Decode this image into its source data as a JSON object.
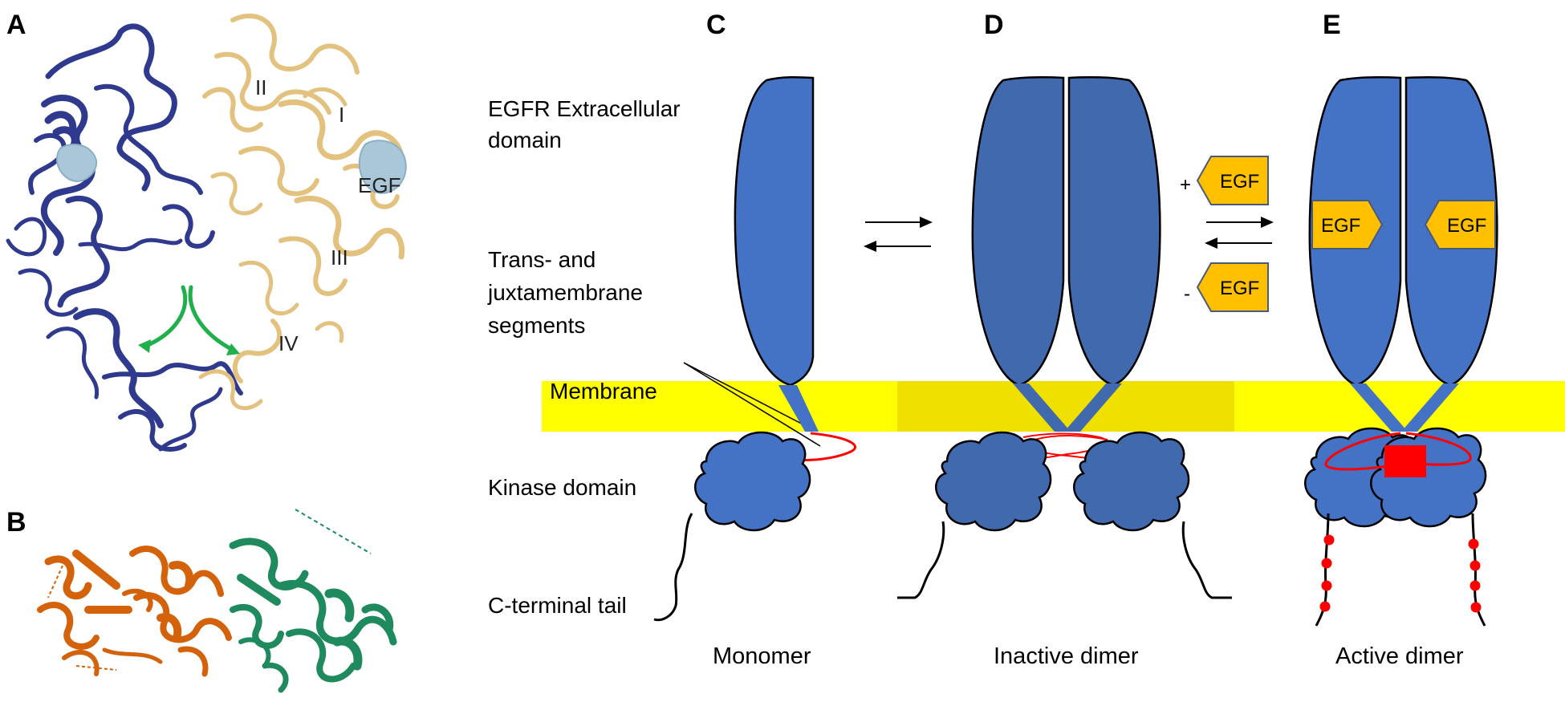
{
  "panels": {
    "a": "A",
    "b": "B",
    "c": "C",
    "d": "D",
    "e": "E"
  },
  "structure_labels": {
    "domain_1": "I",
    "domain_2": "II",
    "domain_3": "III",
    "domain_4": "IV",
    "egf": "EGF"
  },
  "annotations": {
    "extracellular_line1": "EGFR Extracellular",
    "extracellular_line2": "domain",
    "trans_line1": "Trans- and",
    "trans_line2": "juxtamembrane",
    "trans_line3": "segments",
    "membrane": "Membrane",
    "kinase": "Kinase domain",
    "tail": "C-terminal tail"
  },
  "captions": {
    "monomer": "Monomer",
    "inactive": "Inactive dimer",
    "active": "Active dimer"
  },
  "ligand": {
    "label": "EGF",
    "plus": "+",
    "minus": "-"
  },
  "colors": {
    "receptor_blue": "#4472c4",
    "receptor_dark_blue": "#2f3a8f",
    "domain_tan": "#e8cf95",
    "egf_light_blue": "#a9c7d8",
    "membrane_yellow": "#ffff00",
    "membrane_dark": "#f0e000",
    "egf_orange": "#ffc000",
    "linker_red": "#ff0000",
    "kinase_orange": "#d4620a",
    "kinase_green": "#1e8a5e",
    "rotation_arrow_green": "#1fb04c"
  }
}
